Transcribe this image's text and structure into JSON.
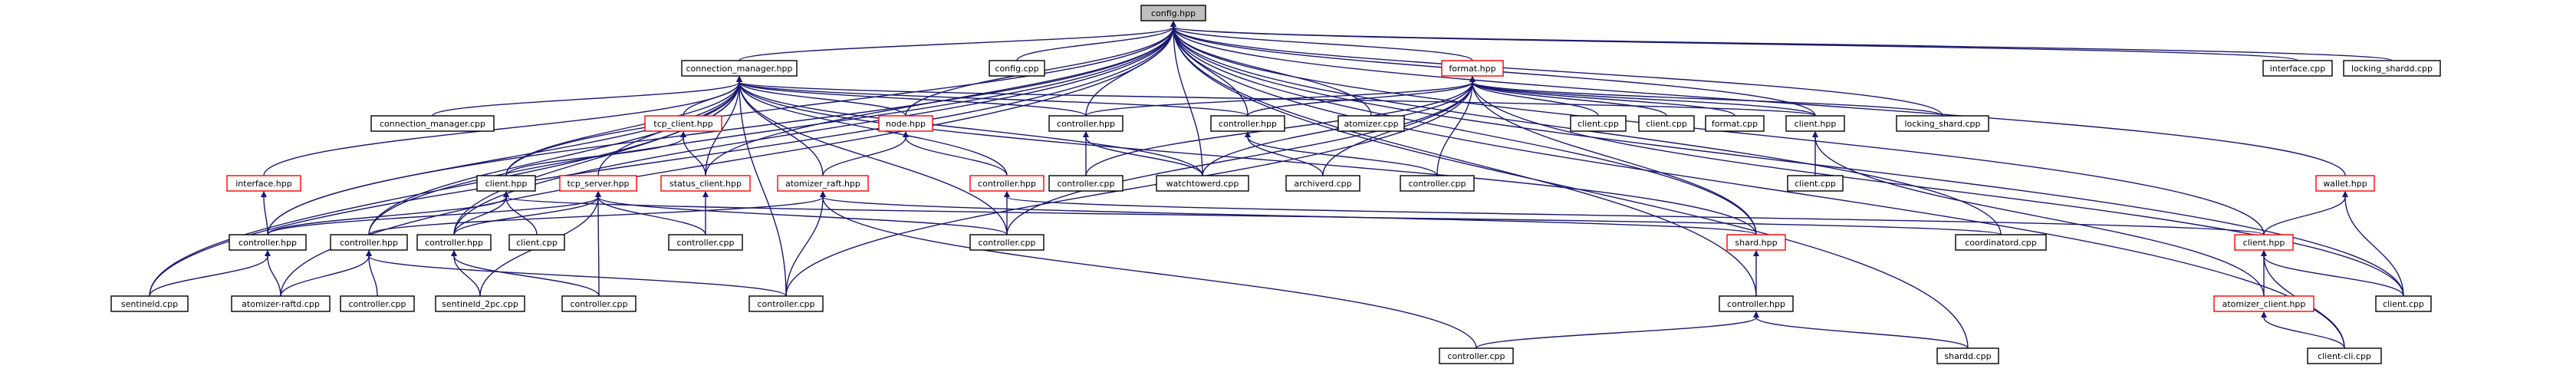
{
  "colors": {
    "edge": "#191970",
    "root_fill": "#bfbfbf",
    "node_fill": "#ffffff",
    "node_border": "#000000",
    "truncated_border": "#ff0000"
  },
  "nodes": [
    {
      "id": "config_hpp",
      "label": "config.hpp",
      "root": true
    },
    {
      "id": "connection_manager_hpp",
      "label": "connection_manager.hpp"
    },
    {
      "id": "config_cpp",
      "label": "config.cpp"
    },
    {
      "id": "format_hpp",
      "label": "format.hpp",
      "truncated": true
    },
    {
      "id": "interface_cpp",
      "label": "interface.cpp"
    },
    {
      "id": "locking_shardd_cpp",
      "label": "locking_shardd.cpp"
    },
    {
      "id": "connection_manager_cpp",
      "label": "connection_manager.cpp"
    },
    {
      "id": "tcp_client_hpp",
      "label": "tcp_client.hpp",
      "truncated": true
    },
    {
      "id": "node_hpp",
      "label": "node.hpp",
      "truncated": true
    },
    {
      "id": "controller_hpp_a",
      "label": "controller.hpp"
    },
    {
      "id": "controller_hpp_b",
      "label": "controller.hpp"
    },
    {
      "id": "atomizer_cpp",
      "label": "atomizer.cpp"
    },
    {
      "id": "client_cpp_a",
      "label": "client.cpp"
    },
    {
      "id": "client_cpp_b",
      "label": "client.cpp"
    },
    {
      "id": "format_cpp",
      "label": "format.cpp"
    },
    {
      "id": "client_hpp_a",
      "label": "client.hpp"
    },
    {
      "id": "locking_shard_cpp",
      "label": "locking_shard.cpp"
    },
    {
      "id": "interface_hpp",
      "label": "interface.hpp",
      "truncated": true
    },
    {
      "id": "client_hpp_b",
      "label": "client.hpp"
    },
    {
      "id": "tcp_server_hpp",
      "label": "tcp_server.hpp",
      "truncated": true
    },
    {
      "id": "status_client_hpp",
      "label": "status_client.hpp",
      "truncated": true
    },
    {
      "id": "atomizer_raft_hpp",
      "label": "atomizer_raft.hpp",
      "truncated": true
    },
    {
      "id": "controller_hpp_c",
      "label": "controller.hpp",
      "truncated": true
    },
    {
      "id": "controller_cpp_a",
      "label": "controller.cpp"
    },
    {
      "id": "watchtowerd_cpp",
      "label": "watchtowerd.cpp"
    },
    {
      "id": "archiverd_cpp",
      "label": "archiverd.cpp"
    },
    {
      "id": "controller_cpp_b",
      "label": "controller.cpp"
    },
    {
      "id": "client_cpp_c",
      "label": "client.cpp"
    },
    {
      "id": "wallet_hpp",
      "label": "wallet.hpp",
      "truncated": true
    },
    {
      "id": "controller_hpp_d",
      "label": "controller.hpp"
    },
    {
      "id": "controller_hpp_e",
      "label": "controller.hpp"
    },
    {
      "id": "controller_hpp_f",
      "label": "controller.hpp"
    },
    {
      "id": "client_cpp_d",
      "label": "client.cpp"
    },
    {
      "id": "controller_cpp_c",
      "label": "controller.cpp"
    },
    {
      "id": "controller_cpp_d",
      "label": "controller.cpp"
    },
    {
      "id": "shard_hpp",
      "label": "shard.hpp",
      "truncated": true
    },
    {
      "id": "coordinatord_cpp",
      "label": "coordinatord.cpp"
    },
    {
      "id": "client_hpp_c",
      "label": "client.hpp",
      "truncated": true
    },
    {
      "id": "sentineld_cpp",
      "label": "sentineld.cpp"
    },
    {
      "id": "atomizer_raftd_cpp",
      "label": "atomizer-raftd.cpp"
    },
    {
      "id": "controller_cpp_e",
      "label": "controller.cpp"
    },
    {
      "id": "sentineld_2pc_cpp",
      "label": "sentineld_2pc.cpp"
    },
    {
      "id": "controller_cpp_f",
      "label": "controller.cpp"
    },
    {
      "id": "controller_cpp_g",
      "label": "controller.cpp"
    },
    {
      "id": "controller_hpp_g",
      "label": "controller.hpp"
    },
    {
      "id": "atomizer_client_hpp",
      "label": "atomizer_client.hpp",
      "truncated": true
    },
    {
      "id": "client_cpp_e",
      "label": "client.cpp"
    },
    {
      "id": "controller_cpp_h",
      "label": "controller.cpp"
    },
    {
      "id": "shardd_cpp",
      "label": "shardd.cpp"
    },
    {
      "id": "client_cli_cpp",
      "label": "client-cli.cpp"
    }
  ],
  "edges": [
    [
      "config_hpp",
      "connection_manager_hpp"
    ],
    [
      "config_hpp",
      "config_cpp"
    ],
    [
      "config_hpp",
      "format_hpp"
    ],
    [
      "config_hpp",
      "interface_cpp"
    ],
    [
      "config_hpp",
      "locking_shardd_cpp"
    ],
    [
      "config_hpp",
      "node_hpp"
    ],
    [
      "config_hpp",
      "controller_hpp_a"
    ],
    [
      "config_hpp",
      "controller_hpp_b"
    ],
    [
      "config_hpp",
      "atomizer_cpp"
    ],
    [
      "config_hpp",
      "client_hpp_a"
    ],
    [
      "config_hpp",
      "locking_shard_cpp"
    ],
    [
      "config_hpp",
      "status_client_hpp"
    ],
    [
      "config_hpp",
      "watchtowerd_cpp"
    ],
    [
      "config_hpp",
      "wallet_hpp"
    ],
    [
      "config_hpp",
      "client_cpp_e"
    ],
    [
      "config_hpp",
      "shard_hpp"
    ],
    [
      "config_hpp",
      "coordinatord_cpp"
    ],
    [
      "config_hpp",
      "controller_hpp_g"
    ],
    [
      "config_hpp",
      "client_cli_cpp"
    ],
    [
      "config_hpp",
      "sentineld_cpp"
    ],
    [
      "config_hpp",
      "atomizer_raftd_cpp"
    ],
    [
      "config_hpp",
      "controller_hpp_d"
    ],
    [
      "config_hpp",
      "controller_hpp_e"
    ],
    [
      "config_hpp",
      "controller_hpp_f"
    ],
    [
      "config_hpp",
      "client_hpp_b"
    ],
    [
      "config_hpp",
      "client_hpp_c"
    ],
    [
      "config_hpp",
      "shardd_cpp"
    ],
    [
      "connection_manager_hpp",
      "connection_manager_cpp"
    ],
    [
      "connection_manager_hpp",
      "tcp_client_hpp"
    ],
    [
      "connection_manager_hpp",
      "node_hpp"
    ],
    [
      "connection_manager_hpp",
      "controller_hpp_a"
    ],
    [
      "connection_manager_hpp",
      "controller_hpp_b"
    ],
    [
      "connection_manager_hpp",
      "interface_hpp"
    ],
    [
      "connection_manager_hpp",
      "client_hpp_b"
    ],
    [
      "connection_manager_hpp",
      "tcp_server_hpp"
    ],
    [
      "connection_manager_hpp",
      "status_client_hpp"
    ],
    [
      "connection_manager_hpp",
      "atomizer_raft_hpp"
    ],
    [
      "connection_manager_hpp",
      "controller_hpp_c"
    ],
    [
      "connection_manager_hpp",
      "watchtowerd_cpp"
    ],
    [
      "connection_manager_hpp",
      "controller_hpp_d"
    ],
    [
      "connection_manager_hpp",
      "controller_hpp_e"
    ],
    [
      "connection_manager_hpp",
      "controller_hpp_f"
    ],
    [
      "connection_manager_hpp",
      "controller_cpp_d"
    ],
    [
      "connection_manager_hpp",
      "sentineld_cpp"
    ],
    [
      "connection_manager_hpp",
      "controller_cpp_g"
    ],
    [
      "connection_manager_hpp",
      "client_hpp_a"
    ],
    [
      "connection_manager_hpp",
      "shard_hpp"
    ],
    [
      "format_hpp",
      "controller_hpp_a"
    ],
    [
      "format_hpp",
      "controller_hpp_b"
    ],
    [
      "format_hpp",
      "client_cpp_a"
    ],
    [
      "format_hpp",
      "client_cpp_b"
    ],
    [
      "format_hpp",
      "format_cpp"
    ],
    [
      "format_hpp",
      "client_hpp_a"
    ],
    [
      "format_hpp",
      "locking_shard_cpp"
    ],
    [
      "format_hpp",
      "watchtowerd_cpp"
    ],
    [
      "format_hpp",
      "archiverd_cpp"
    ],
    [
      "format_hpp",
      "controller_cpp_b"
    ],
    [
      "format_hpp",
      "shard_hpp"
    ],
    [
      "format_hpp",
      "controller_cpp_d"
    ],
    [
      "format_hpp",
      "controller_cpp_a"
    ],
    [
      "format_hpp",
      "client_cpp_e"
    ],
    [
      "format_hpp",
      "controller_cpp_g"
    ],
    [
      "tcp_client_hpp",
      "client_hpp_b"
    ],
    [
      "tcp_client_hpp",
      "status_client_hpp"
    ],
    [
      "node_hpp",
      "atomizer_raft_hpp"
    ],
    [
      "node_hpp",
      "controller_hpp_c"
    ],
    [
      "controller_hpp_a",
      "controller_cpp_a"
    ],
    [
      "controller_hpp_a",
      "watchtowerd_cpp"
    ],
    [
      "controller_hpp_b",
      "archiverd_cpp"
    ],
    [
      "controller_hpp_b",
      "controller_cpp_b"
    ],
    [
      "client_hpp_a",
      "client_cpp_c"
    ],
    [
      "client_hpp_a",
      "atomizer_client_hpp"
    ],
    [
      "interface_hpp",
      "controller_hpp_d"
    ],
    [
      "client_hpp_b",
      "controller_hpp_d"
    ],
    [
      "client_hpp_b",
      "controller_hpp_f"
    ],
    [
      "client_hpp_b",
      "client_cpp_d"
    ],
    [
      "client_hpp_b",
      "coordinatord_cpp"
    ],
    [
      "tcp_server_hpp",
      "controller_hpp_d"
    ],
    [
      "tcp_server_hpp",
      "controller_hpp_f"
    ],
    [
      "tcp_server_hpp",
      "sentineld_2pc_cpp"
    ],
    [
      "tcp_server_hpp",
      "controller_cpp_f"
    ],
    [
      "tcp_server_hpp",
      "controller_cpp_c"
    ],
    [
      "tcp_server_hpp",
      "controller_cpp_d"
    ],
    [
      "status_client_hpp",
      "controller_cpp_c"
    ],
    [
      "atomizer_raft_hpp",
      "controller_hpp_e"
    ],
    [
      "atomizer_raft_hpp",
      "controller_cpp_g"
    ],
    [
      "atomizer_raft_hpp",
      "controller_cpp_h"
    ],
    [
      "atomizer_raft_hpp",
      "shard_hpp"
    ],
    [
      "controller_hpp_c",
      "controller_cpp_d"
    ],
    [
      "controller_hpp_c",
      "client_hpp_c"
    ],
    [
      "wallet_hpp",
      "client_hpp_c"
    ],
    [
      "wallet_hpp",
      "client_cpp_e"
    ],
    [
      "controller_hpp_d",
      "sentineld_cpp"
    ],
    [
      "controller_hpp_d",
      "atomizer_raftd_cpp"
    ],
    [
      "controller_hpp_e",
      "controller_cpp_e"
    ],
    [
      "controller_hpp_e",
      "atomizer_raftd_cpp"
    ],
    [
      "controller_hpp_e",
      "controller_cpp_g"
    ],
    [
      "controller_hpp_f",
      "sentineld_2pc_cpp"
    ],
    [
      "controller_hpp_f",
      "controller_cpp_f"
    ],
    [
      "shard_hpp",
      "controller_hpp_g"
    ],
    [
      "client_hpp_c",
      "atomizer_client_hpp"
    ],
    [
      "client_hpp_c",
      "client_cpp_e"
    ],
    [
      "client_hpp_c",
      "client_cli_cpp"
    ],
    [
      "atomizer_client_hpp",
      "client_cli_cpp"
    ],
    [
      "controller_hpp_g",
      "controller_cpp_h"
    ],
    [
      "controller_hpp_g",
      "shardd_cpp"
    ]
  ]
}
